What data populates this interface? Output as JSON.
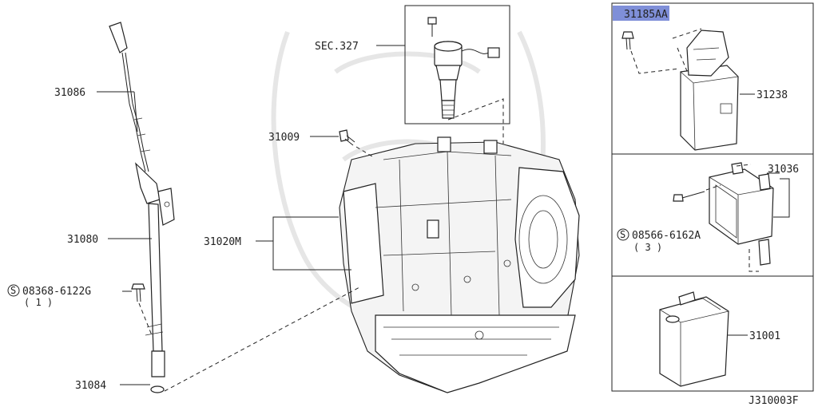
{
  "diagram": {
    "figure_id": "J310003F",
    "parts": {
      "dipstick": "31086",
      "charging_pipe": "31080",
      "pipe_bolt": "08368-6122G",
      "pipe_bolt_qty": "( 1 )",
      "o_ring": "31084",
      "case_bolt": "31009",
      "transaxle_assembly": "31020M",
      "speed_sensor_section": "SEC.327",
      "control_unit_bolt": "31185AA",
      "control_unit": "31238",
      "bracket": "31036",
      "bracket_screw": "08566-6162A",
      "bracket_screw_qty": "( 3 )",
      "atf_can": "31001"
    },
    "symbols": {
      "screw_symbol": "S"
    },
    "colors": {
      "line": "#222222",
      "highlight": "#7f8fd8",
      "watermark": "#e6e6e6"
    }
  }
}
